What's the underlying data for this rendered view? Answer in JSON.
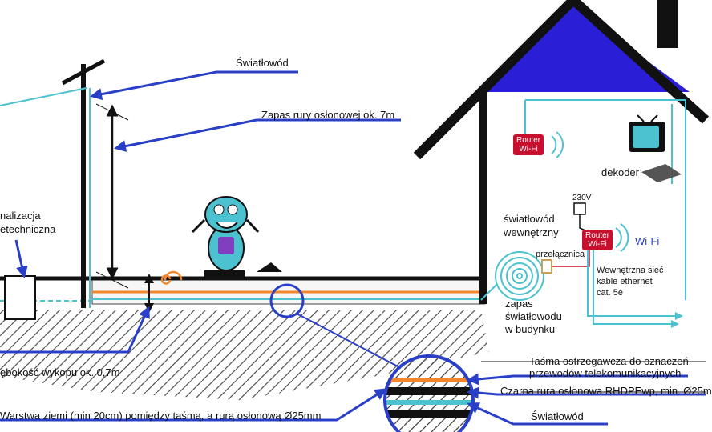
{
  "colors": {
    "roof": "#2a1fd6",
    "arrow": "#2a3fc8",
    "fiber": "#4cc1cf",
    "orange": "#f2862a",
    "router": "#c8102e",
    "black": "#111111"
  },
  "labels": {
    "swiatlowod_top": "Światłowód",
    "zapas_rury": "Zapas rury osłonowej ok. 7m",
    "kanalizacja_l1": "nalizacja",
    "kanalizacja_l2": "etechniczna",
    "glebokosc": "ębokość wykopu ok. 0,7m",
    "warstwa": "Warstwa ziemi (min 20cm) pomiędzy taśmą, a rurą osłonową Ø25mm",
    "tasma_l1": "Taśma ostrzegawcza do oznaczeń",
    "tasma_l2": "przewodów telekomunikacyjnych",
    "czarna_rura": "Czarna rura osłonowa RHDPEwp, min. Ø25m",
    "swiatlowod_bottom": "Światłowód",
    "swiatlowod_wew_l1": "światłowód",
    "swiatlowod_wew_l2": "wewnętrzny",
    "zapas_l1": "zapas",
    "zapas_l2": "światłowodu",
    "zapas_l3": "w budynku",
    "przelacznica": "przełącznica",
    "voltage": "230V",
    "dekoder": "dekoder",
    "wifi": "Wi-Fi",
    "router_l1": "Router",
    "router_l2": "Wi-Fi",
    "siec_l1": "Wewnętrzna sieć",
    "siec_l2": "kable ethernet",
    "siec_l3": "cat. 5e"
  }
}
